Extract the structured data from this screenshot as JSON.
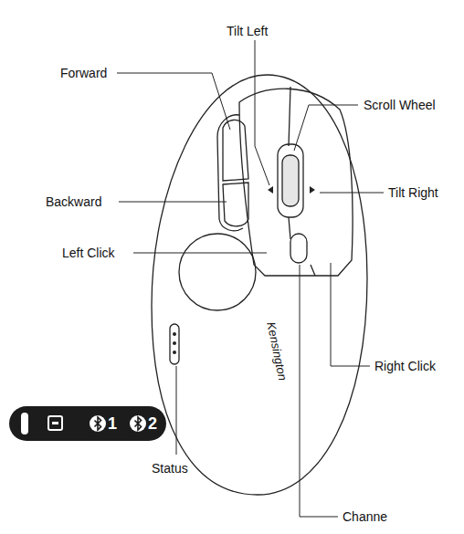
{
  "diagram": {
    "nodes": [
      {
        "text": [
          "1",
          "2"
        ]
      }
    ],
    "labels": [
      "Tilt Left",
      "Forward",
      "Scroll Wheel",
      "Tilt Right",
      "Backward",
      "Left Click",
      "Right Click",
      "Kensington",
      "Status",
      "Channe"
    ]
  }
}
